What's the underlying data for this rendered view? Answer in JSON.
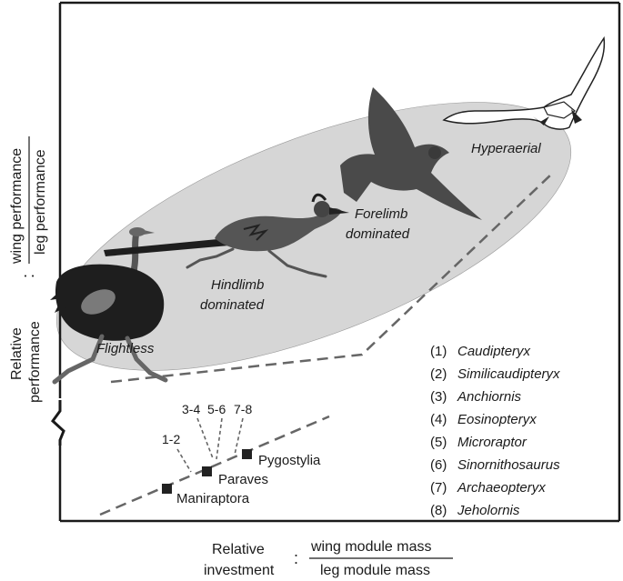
{
  "y_axis": {
    "prefix_line1": "Relative",
    "prefix_line2": "performance",
    "separator": ":",
    "numerator": "wing performance",
    "denominator": "leg performance"
  },
  "x_axis": {
    "prefix_line1": "Relative",
    "prefix_line2": "investment",
    "separator": ":",
    "numerator": "wing module mass",
    "denominator": "leg module mass"
  },
  "categories": {
    "flightless": "Flightless",
    "hindlimb_line1": "Hindlimb",
    "hindlimb_line2": "dominated",
    "forelimb_line1": "Forelimb",
    "forelimb_line2": "dominated",
    "hyperaerial": "Hyperaerial"
  },
  "clades": {
    "maniraptora": "Maniraptora",
    "paraves": "Paraves",
    "pygostylia": "Pygostylia"
  },
  "group_labels": [
    "1-2",
    "3-4",
    "5-6",
    "7-8"
  ],
  "taxa": [
    {
      "num": "(1)",
      "name": "Caudipteryx"
    },
    {
      "num": "(2)",
      "name": "Similicaudipteryx"
    },
    {
      "num": "(3)",
      "name": "Anchiornis"
    },
    {
      "num": "(4)",
      "name": "Eosinopteryx"
    },
    {
      "num": "(5)",
      "name": "Microraptor"
    },
    {
      "num": "(6)",
      "name": "Sinornithosaurus"
    },
    {
      "num": "(7)",
      "name": "Archaeopteryx"
    },
    {
      "num": "(8)",
      "name": "Jeholornis"
    }
  ],
  "colors": {
    "ellipse_fill": "#d6d6d6",
    "frame": "#1a1a1a",
    "dashed_line": "#666666",
    "ostrich_body": "#1e1e1e",
    "pigeon": "#4a4a4a",
    "roadrunner": "#555555",
    "gull": "#ffffff"
  },
  "icons": [
    "ostrich-icon",
    "roadrunner-icon",
    "pigeon-icon",
    "gull-icon",
    "axis-break-icon"
  ]
}
